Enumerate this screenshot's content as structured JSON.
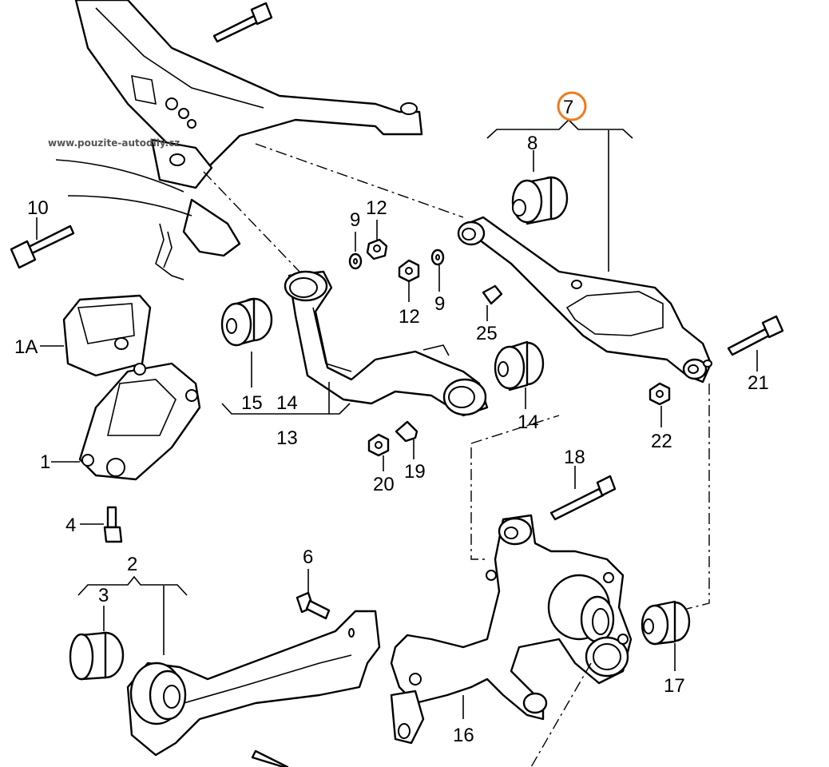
{
  "watermark": "www.pouzite-autodily.cz",
  "highlight_color": "#f07a1a",
  "labels": {
    "p1": "1",
    "p1a": "1A",
    "p2": "2",
    "p3": "3",
    "p4": "4",
    "p6": "6",
    "p7": "7",
    "p8": "8",
    "p9a": "9",
    "p9b": "9",
    "p10": "10",
    "p12a": "12",
    "p12b": "12",
    "p13": "13",
    "p14a": "14",
    "p14b": "14",
    "p15": "15",
    "p16": "16",
    "p17": "17",
    "p18": "18",
    "p19": "19",
    "p20": "20",
    "p21": "21",
    "p22": "22",
    "p25": "25"
  }
}
